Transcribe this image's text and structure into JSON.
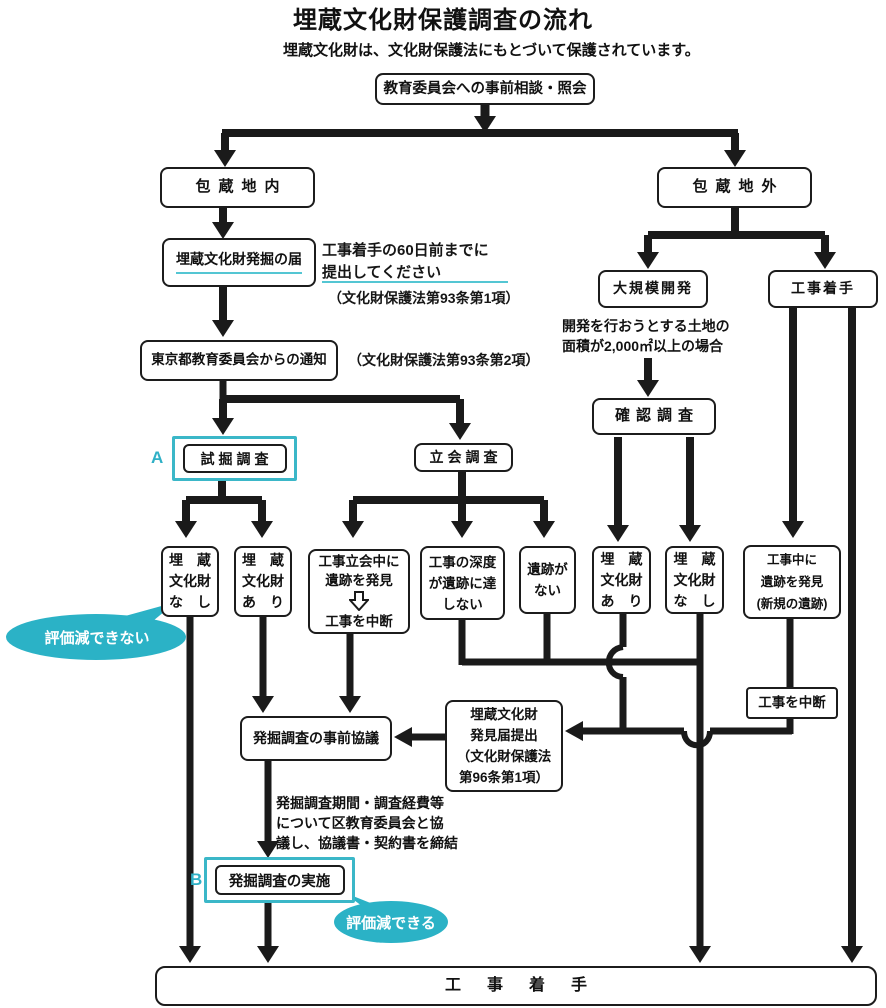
{
  "title": "埋蔵文化財保護調査の流れ",
  "subtitle": "埋蔵文化財は、文化財保護法にもとづいて保護されています。",
  "colors": {
    "teal": "#2bb2c6",
    "line": "#1a1a1a",
    "box_border": "#1c1c1c"
  },
  "icons": {
    "work_interrupt_arrow": "hollow-down-arrow-icon"
  },
  "nodes": {
    "prior_consult": "教育委員会への事前相談・照会",
    "hozochi_nai": "包蔵地内",
    "hozochi_gai": "包蔵地外",
    "hakkutsu_todoke": "埋蔵文化財発掘の届",
    "tsuchi": "東京都教育委員会からの通知",
    "shikutsu": "試掘調査",
    "tachiai": "立会調査",
    "daikibo": "大規模開発",
    "koji_chakushu_top": "工事着手",
    "kakunin": "確認調査",
    "maizo_nashi_1": {
      "lines": [
        "埋　蔵",
        "文化財",
        "な　し"
      ]
    },
    "maizo_ari_1": {
      "lines": [
        "埋　蔵",
        "文化財",
        "あ　り"
      ]
    },
    "tachiai_hakken": {
      "lines": [
        "工事立会中に",
        "遺跡を発見",
        "工事を中断"
      ]
    },
    "koji_shindo": {
      "lines": [
        "工事の深度",
        "が遺跡に達",
        "しない"
      ]
    },
    "iseki_nai": {
      "lines": [
        "遺跡が",
        "ない"
      ]
    },
    "maizo_ari_2": {
      "lines": [
        "埋　蔵",
        "文化財",
        "あ　り"
      ]
    },
    "maizo_nashi_2": {
      "lines": [
        "埋　蔵",
        "文化財",
        "な　し"
      ]
    },
    "koji_chu_hakken": {
      "lines": [
        "工事中に",
        "遺跡を発見",
        "(新規の遺跡)"
      ]
    },
    "koji_chudan": "工事を中断",
    "hakken_todoke": {
      "lines": [
        "埋蔵文化財",
        "発見届提出",
        "（文化財保護法",
        "第96条第1項）"
      ]
    },
    "jizen_kyogi": "発掘調査の事前協議",
    "jisshi": "発掘調査の実施",
    "koji_chakushu_bottom": "工事着手"
  },
  "annotations": {
    "todoke_deadline_1": "工事着手の60日前までに",
    "todoke_deadline_2": "提出してください",
    "law_93_1": "（文化財保護法第93条第1項）",
    "law_93_2": "（文化財保護法第93条第2項）",
    "daikibo_note_1": "開発を行おうとする土地の",
    "daikibo_note_2": "面積が2,000㎡以上の場合",
    "kyogi_note_1": "発掘調査期間・調査経費等",
    "kyogi_note_2": "について区教育委員会と協",
    "kyogi_note_3": "議し、協議書・契約書を締結"
  },
  "balloons": {
    "cannot_reduce": "評価減できない",
    "can_reduce": "評価減できる"
  },
  "markers": {
    "a": "A",
    "b": "B"
  }
}
